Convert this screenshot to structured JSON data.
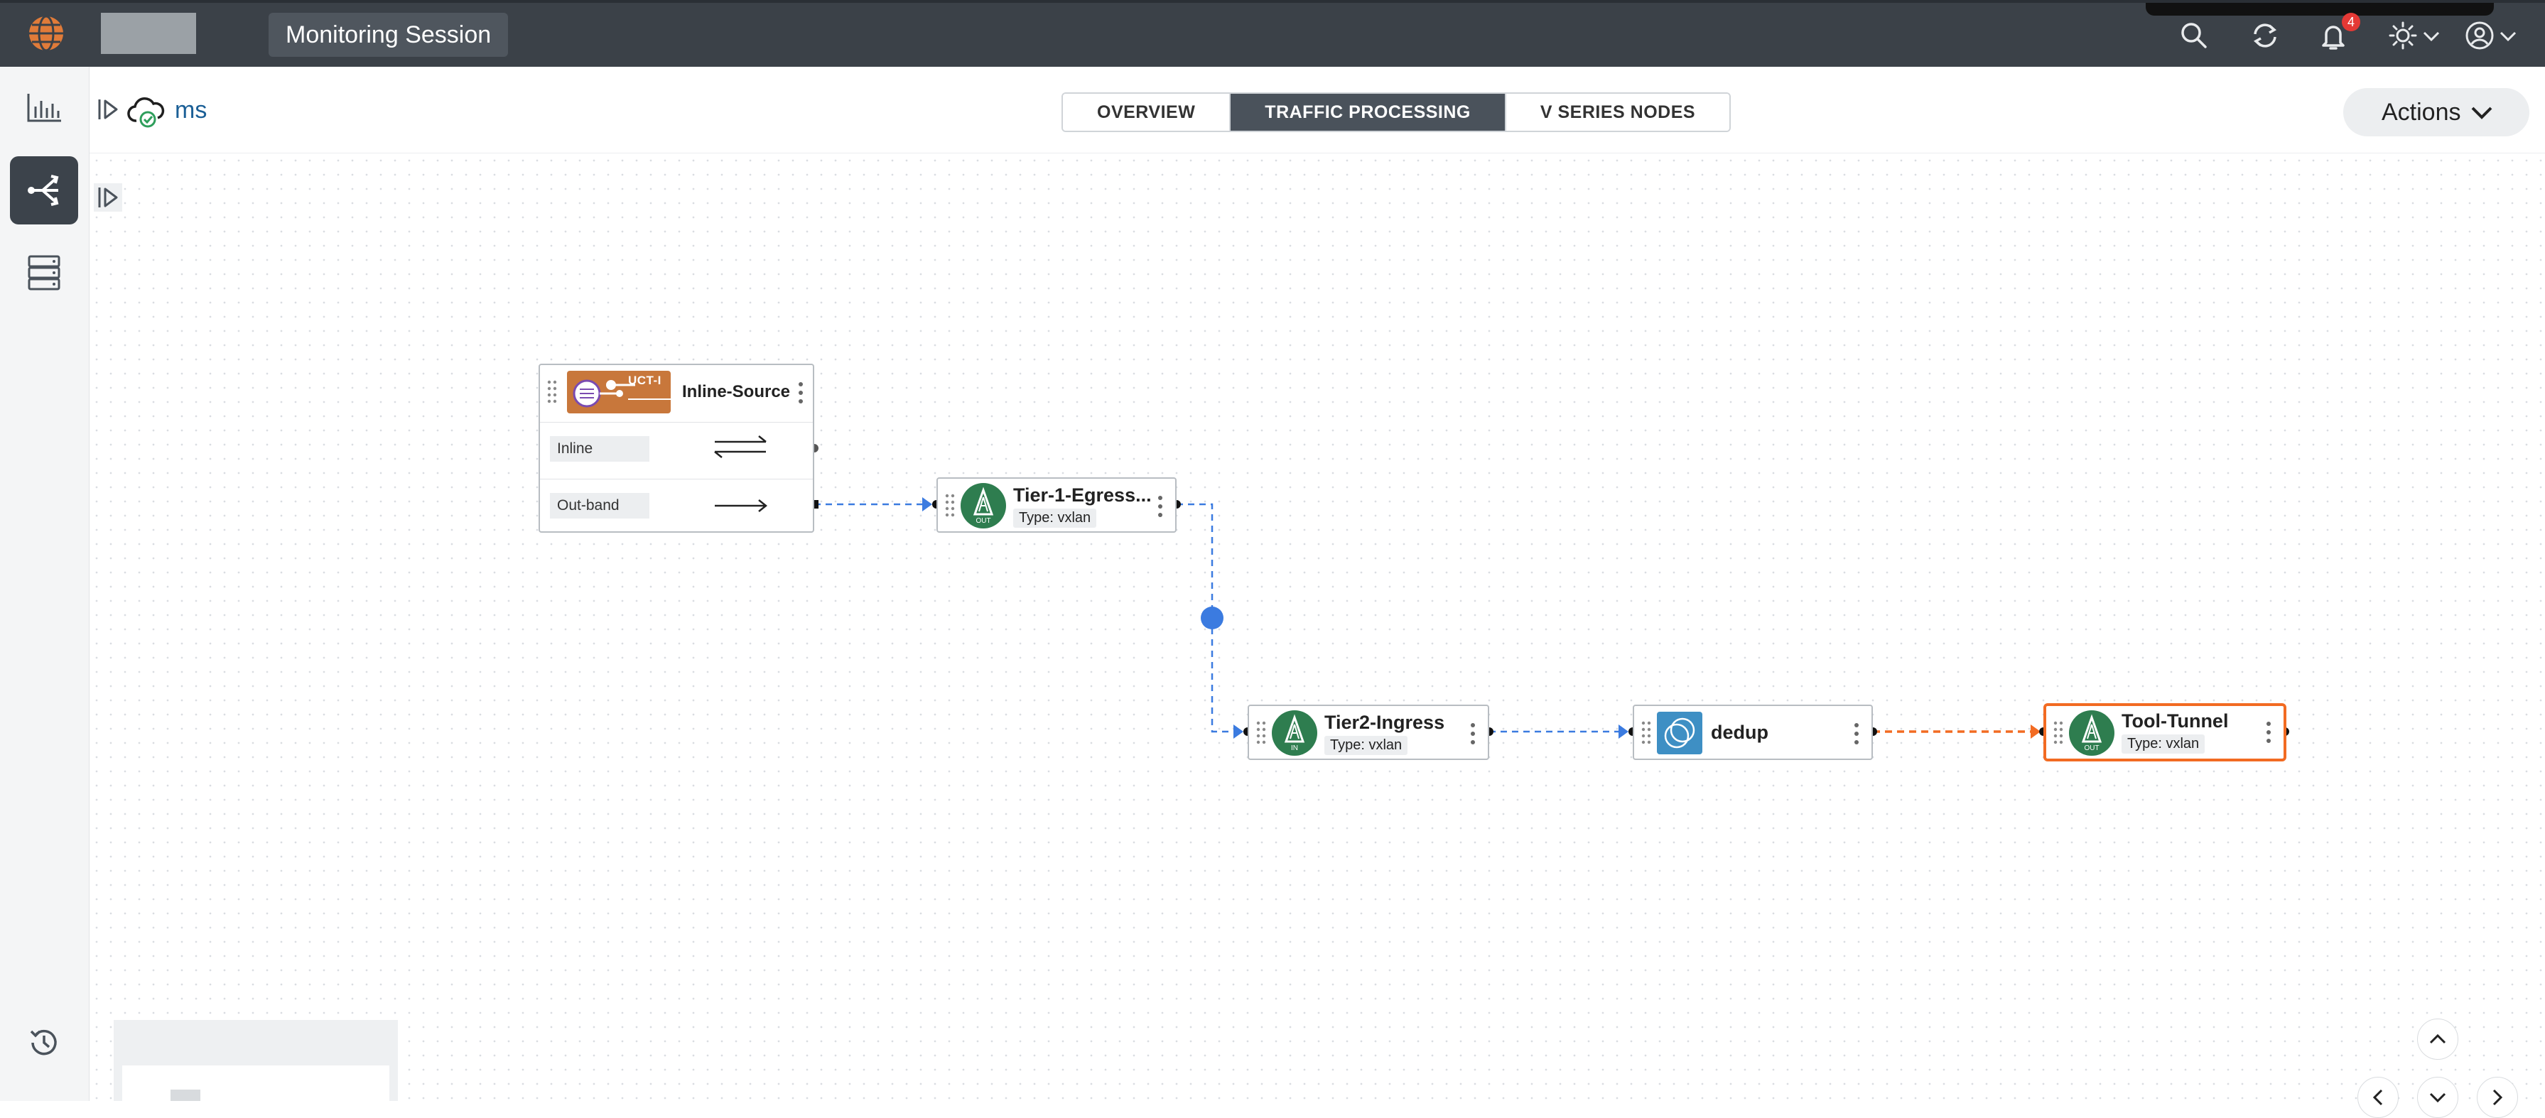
{
  "header": {
    "session_title": "Monitoring Session",
    "notification_count": "4"
  },
  "subheader": {
    "session_name": "ms",
    "tabs": [
      {
        "label": "OVERVIEW",
        "active": false
      },
      {
        "label": "TRAFFIC PROCESSING",
        "active": true
      },
      {
        "label": "V SERIES NODES",
        "active": false
      }
    ],
    "actions_label": "Actions"
  },
  "nodes": {
    "inline_source": {
      "title": "Inline-Source",
      "logo_text": "UCT-I",
      "ports": [
        {
          "label": "Inline",
          "icon": "bidirectional-arrow-icon"
        },
        {
          "label": "Out-band",
          "icon": "right-arrow-icon"
        }
      ]
    },
    "tier1": {
      "title": "Tier-1-Egress...",
      "type": "Type: vxlan",
      "icon_badge": "OUT"
    },
    "tier2": {
      "title": "Tier2-Ingress",
      "type": "Type: vxlan",
      "icon_badge": "IN"
    },
    "dedup": {
      "title": "dedup"
    },
    "tool_tunnel": {
      "title": "Tool-Tunnel",
      "type": "Type: vxlan",
      "icon_badge": "OUT",
      "selected": true
    }
  },
  "colors": {
    "topbar": "#3b4148",
    "accent_orange": "#f26b22",
    "link_blue": "#3b7be0",
    "tunnel_green": "#2e7d4f",
    "dedup_blue": "#3e8fc4"
  }
}
